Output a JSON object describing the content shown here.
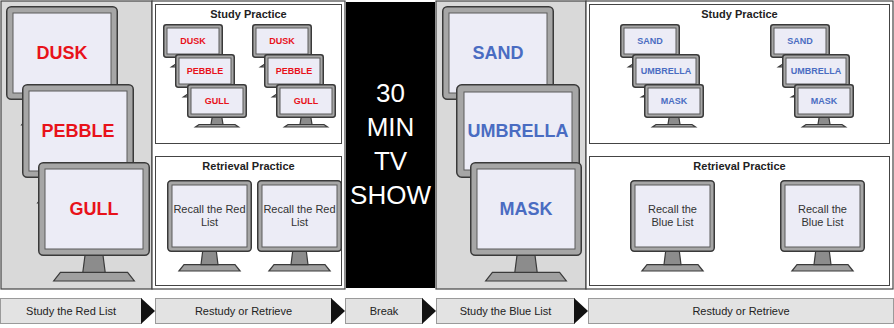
{
  "diagram": {
    "nodes": [
      {
        "text": [
          "DUSK"
        ]
      },
      {
        "text": [
          "PEBBLE"
        ]
      },
      {
        "text": [
          "GULL"
        ]
      },
      {
        "text": [
          "Study Practice"
        ]
      },
      {
        "text": [
          "DUSK"
        ],
        "in": 3
      },
      {
        "text": [
          "PEBBLE"
        ],
        "in": 3
      },
      {
        "text": [
          "GULL"
        ],
        "in": 3
      },
      {
        "text": [
          "DUSK"
        ],
        "in": 3
      },
      {
        "text": [
          "PEBBLE"
        ],
        "in": 3
      },
      {
        "text": [
          "GULL"
        ],
        "in": 3
      },
      {
        "text": [
          "Retrieval Practice"
        ]
      },
      {
        "text": [
          "Recall the Red List"
        ],
        "in": 10
      },
      {
        "text": [
          "Recall the Red List"
        ],
        "in": 10
      },
      {
        "text": [
          "30 MIN TV SHOW"
        ]
      },
      {
        "text": [
          "SAND"
        ]
      },
      {
        "text": [
          "UMBRELLA"
        ]
      },
      {
        "text": [
          "MASK"
        ]
      },
      {
        "text": [
          "Study Practice"
        ]
      },
      {
        "text": [
          "SAND"
        ],
        "in": 17
      },
      {
        "text": [
          "UMBRELLA"
        ],
        "in": 17
      },
      {
        "text": [
          "MASK"
        ],
        "in": 17
      },
      {
        "text": [
          "SAND"
        ],
        "in": 17
      },
      {
        "text": [
          "UMBRELLA"
        ],
        "in": 17
      },
      {
        "text": [
          "MASK"
        ],
        "in": 17
      },
      {
        "text": [
          "Retrieval Practice"
        ]
      },
      {
        "text": [
          "Recall the Blue List"
        ],
        "in": 24
      },
      {
        "text": [
          "Recall the Blue List"
        ],
        "in": 24
      },
      {
        "text": [
          "Study the Red List"
        ]
      },
      {
        "text": [
          "Restudy or Retrieve"
        ]
      },
      {
        "text": [
          "Break"
        ]
      },
      {
        "text": [
          "Study the Blue List"
        ]
      },
      {
        "text": [
          "Restudy or Retrieve"
        ]
      }
    ]
  }
}
